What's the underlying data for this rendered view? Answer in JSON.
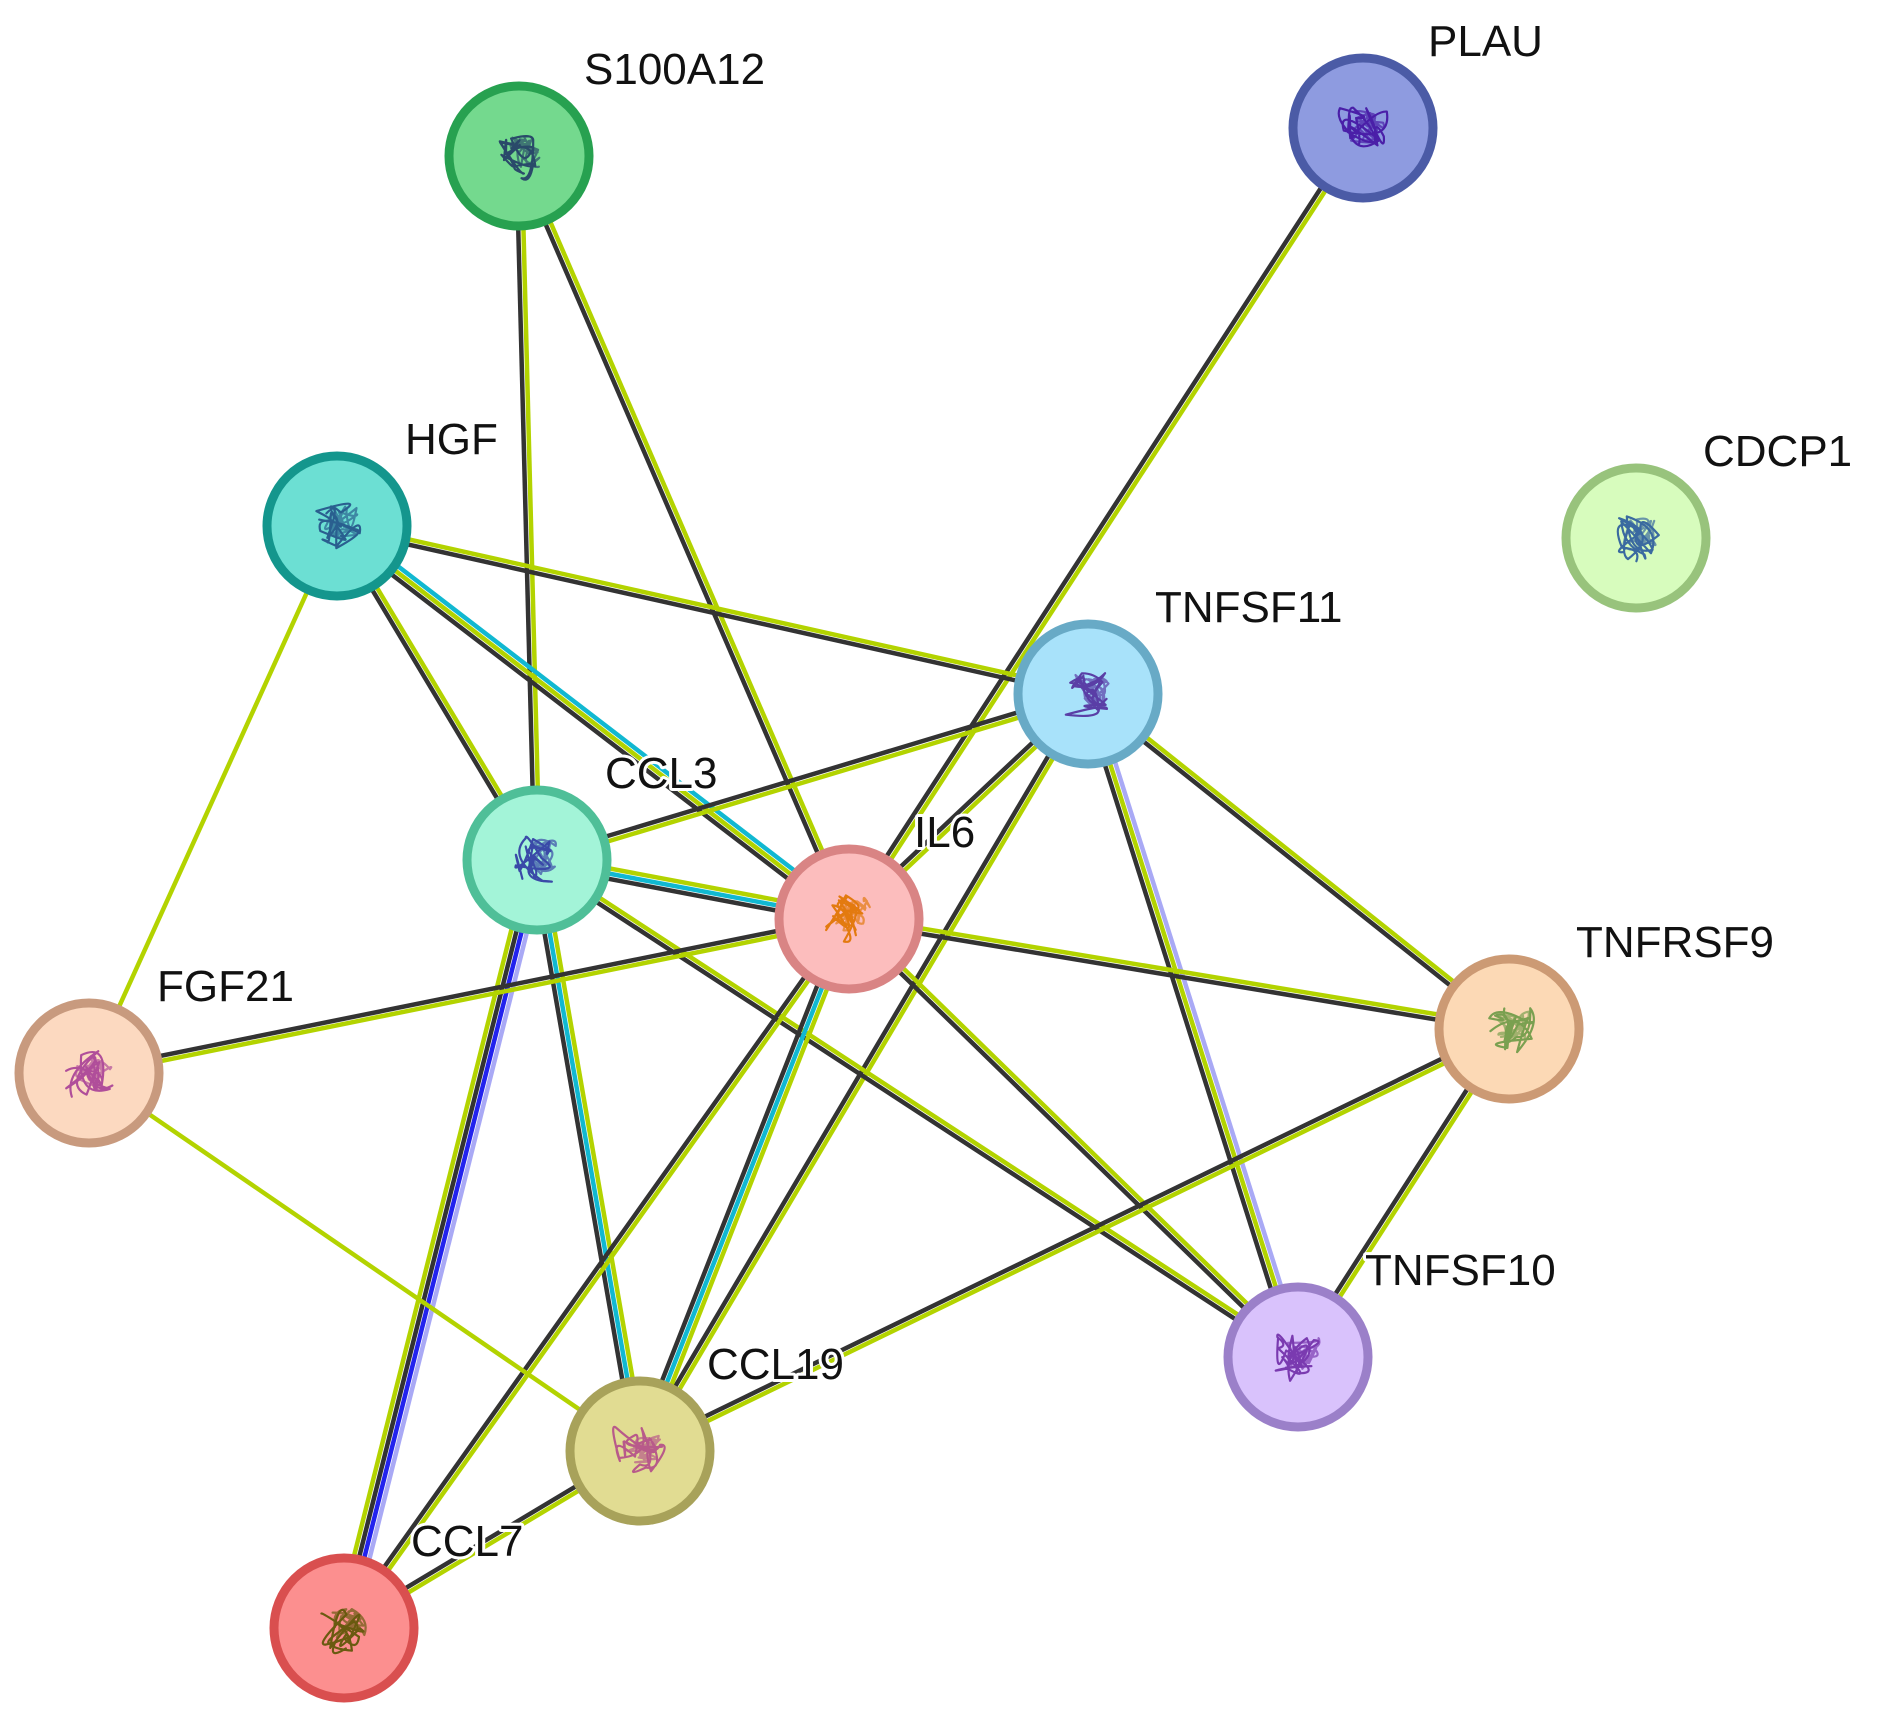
{
  "network": {
    "colors": {
      "textmining": "#b3d300",
      "coexpression": "#333333",
      "database": "#11b8d1",
      "experiments": "#2222ee",
      "homology": "#a9a9f5"
    },
    "nodes": [
      {
        "id": "S100A12",
        "label": "S100A12",
        "fill": "#74d98e",
        "stroke": "#27a150",
        "glyph": "#2a4a6a",
        "icon": "protein-structure-icon"
      },
      {
        "id": "PLAU",
        "label": "PLAU",
        "fill": "#8e9be0",
        "stroke": "#4b5ba6",
        "glyph": "#4a1fa8",
        "icon": "protein-structure-icon"
      },
      {
        "id": "HGF",
        "label": "HGF",
        "fill": "#6cdfd3",
        "stroke": "#14968d",
        "glyph": "#2a5f8f",
        "icon": "protein-structure-icon"
      },
      {
        "id": "CDCP1",
        "label": "CDCP1",
        "fill": "#d7fcbd",
        "stroke": "#98c37c",
        "glyph": "#3a6aa0",
        "icon": "protein-structure-icon"
      },
      {
        "id": "TNFSF11",
        "label": "TNFSF11",
        "fill": "#a8e2fa",
        "stroke": "#68aac6",
        "glyph": "#5a3fa6",
        "icon": "protein-structure-icon"
      },
      {
        "id": "CCL3",
        "label": "CCL3",
        "fill": "#a3f4d8",
        "stroke": "#4fbf98",
        "glyph": "#3a4aa8",
        "icon": "protein-structure-icon"
      },
      {
        "id": "IL6",
        "label": "IL6",
        "fill": "#fcbdbd",
        "stroke": "#d98484",
        "glyph": "#e37a0f",
        "icon": "protein-structure-icon"
      },
      {
        "id": "FGF21",
        "label": "FGF21",
        "fill": "#fcd9c0",
        "stroke": "#c89a7e",
        "glyph": "#b04e9a",
        "icon": "protein-structure-icon"
      },
      {
        "id": "TNFRSF9",
        "label": "TNFRSF9",
        "fill": "#fcd9b5",
        "stroke": "#cc9a74",
        "glyph": "#7aa050",
        "icon": "protein-structure-icon"
      },
      {
        "id": "TNFSF10",
        "label": "TNFSF10",
        "fill": "#d9c2fc",
        "stroke": "#9b80c9",
        "glyph": "#7a3ab0",
        "icon": "protein-structure-icon"
      },
      {
        "id": "CCL19",
        "label": "CCL19",
        "fill": "#e1dc92",
        "stroke": "#a8a25a",
        "glyph": "#b85a8a",
        "icon": "protein-structure-icon"
      },
      {
        "id": "CCL7",
        "label": "CCL7",
        "fill": "#fc8f8f",
        "stroke": "#d94f4f",
        "glyph": "#6a5a10",
        "icon": "protein-structure-icon"
      }
    ],
    "edges": [
      {
        "source": "S100A12",
        "target": "CCL3",
        "evidence": [
          "textmining",
          "coexpression"
        ]
      },
      {
        "source": "S100A12",
        "target": "IL6",
        "evidence": [
          "textmining",
          "coexpression"
        ]
      },
      {
        "source": "PLAU",
        "target": "IL6",
        "evidence": [
          "textmining",
          "coexpression"
        ]
      },
      {
        "source": "HGF",
        "target": "TNFSF11",
        "evidence": [
          "textmining",
          "coexpression"
        ]
      },
      {
        "source": "HGF",
        "target": "CCL3",
        "evidence": [
          "textmining",
          "coexpression"
        ]
      },
      {
        "source": "HGF",
        "target": "IL6",
        "evidence": [
          "database",
          "textmining",
          "coexpression"
        ]
      },
      {
        "source": "HGF",
        "target": "FGF21",
        "evidence": [
          "textmining"
        ]
      },
      {
        "source": "TNFSF11",
        "target": "CCL3",
        "evidence": [
          "textmining",
          "coexpression"
        ]
      },
      {
        "source": "TNFSF11",
        "target": "IL6",
        "evidence": [
          "textmining",
          "coexpression"
        ]
      },
      {
        "source": "TNFSF11",
        "target": "TNFRSF9",
        "evidence": [
          "textmining",
          "coexpression"
        ]
      },
      {
        "source": "TNFSF11",
        "target": "TNFSF10",
        "evidence": [
          "homology",
          "textmining",
          "coexpression"
        ]
      },
      {
        "source": "TNFSF11",
        "target": "CCL19",
        "evidence": [
          "textmining",
          "coexpression"
        ]
      },
      {
        "source": "CCL3",
        "target": "IL6",
        "evidence": [
          "textmining",
          "database",
          "coexpression"
        ]
      },
      {
        "source": "CCL3",
        "target": "TNFSF10",
        "evidence": [
          "textmining",
          "coexpression"
        ]
      },
      {
        "source": "CCL3",
        "target": "CCL19",
        "evidence": [
          "textmining",
          "database",
          "coexpression"
        ]
      },
      {
        "source": "CCL3",
        "target": "CCL7",
        "evidence": [
          "homology",
          "experiments",
          "coexpression",
          "textmining"
        ]
      },
      {
        "source": "IL6",
        "target": "FGF21",
        "evidence": [
          "textmining",
          "coexpression"
        ]
      },
      {
        "source": "IL6",
        "target": "TNFRSF9",
        "evidence": [
          "textmining",
          "coexpression"
        ]
      },
      {
        "source": "IL6",
        "target": "TNFSF10",
        "evidence": [
          "textmining",
          "coexpression"
        ]
      },
      {
        "source": "IL6",
        "target": "CCL19",
        "evidence": [
          "textmining",
          "database",
          "coexpression"
        ]
      },
      {
        "source": "IL6",
        "target": "CCL7",
        "evidence": [
          "textmining",
          "coexpression"
        ]
      },
      {
        "source": "FGF21",
        "target": "CCL19",
        "evidence": [
          "textmining"
        ]
      },
      {
        "source": "TNFRSF9",
        "target": "TNFSF10",
        "evidence": [
          "textmining",
          "coexpression"
        ]
      },
      {
        "source": "TNFRSF9",
        "target": "CCL19",
        "evidence": [
          "textmining",
          "coexpression"
        ]
      },
      {
        "source": "CCL19",
        "target": "CCL7",
        "evidence": [
          "textmining",
          "coexpression"
        ]
      }
    ]
  }
}
